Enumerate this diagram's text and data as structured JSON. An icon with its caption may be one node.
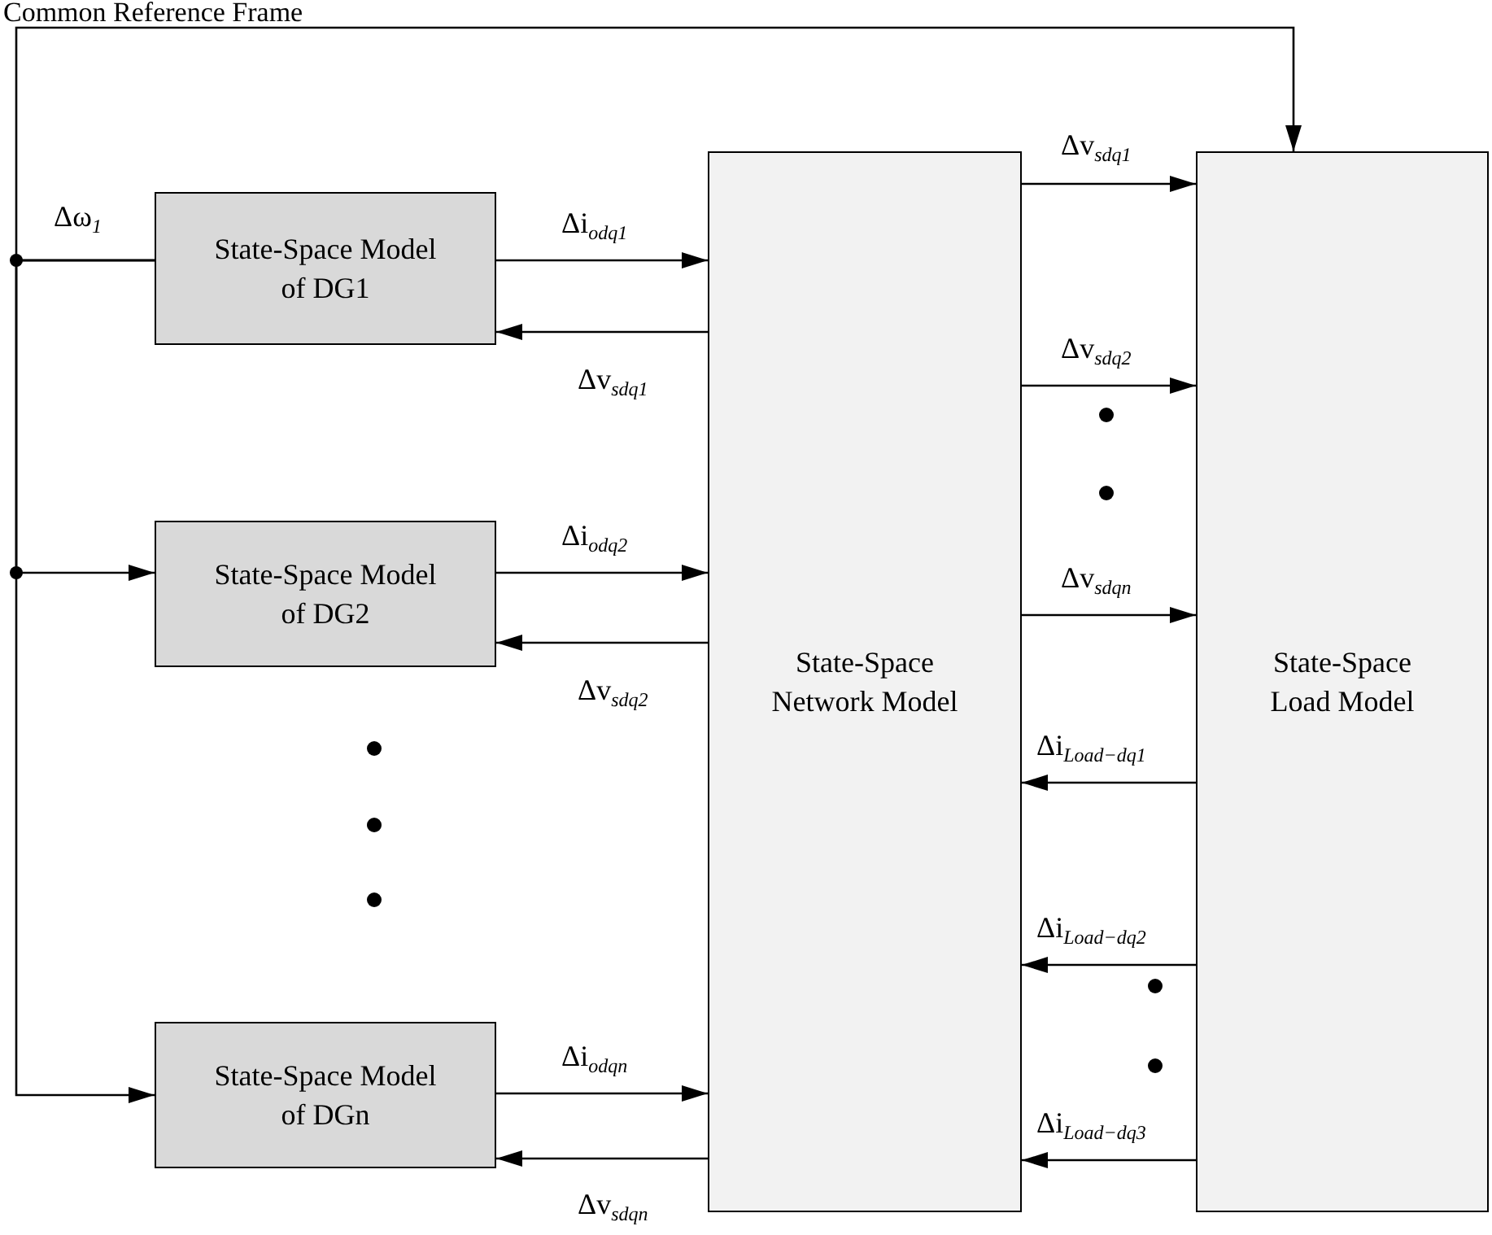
{
  "diagram": {
    "nodes": [
      {
        "text": [
          "State-Space Model of DG1"
        ]
      },
      {
        "text": [
          "State-Space Model of DG2"
        ]
      },
      {
        "text": [
          "State-Space Model of DGn"
        ]
      },
      {
        "text": [
          "State-Space Network Model"
        ]
      },
      {
        "text": [
          "State-Space Load Model"
        ]
      }
    ],
    "edges": [
      {
        "from": 0,
        "to": 4,
        "arrow": "to",
        "label": "Δω$_{1}$"
      },
      {
        "from": 0,
        "to": 1,
        "arrow": "to"
      },
      {
        "from": 0,
        "to": 2,
        "arrow": "to"
      },
      {
        "from": 0,
        "to": 3,
        "arrow": "to",
        "label": "Δi$_{odq1}$"
      },
      {
        "from": 3,
        "to": 0,
        "arrow": "to",
        "label": "Δv$_{sdq1}$"
      },
      {
        "from": 1,
        "to": 3,
        "arrow": "to",
        "label": "Δi$_{odq2}$"
      },
      {
        "from": 3,
        "to": 1,
        "arrow": "to",
        "label": "Δv$_{sdq2}$"
      },
      {
        "from": 2,
        "to": 3,
        "arrow": "to",
        "label": "Δi$_{odqn}$"
      },
      {
        "from": 3,
        "to": 2,
        "arrow": "to",
        "label": "Δv$_{sdqn}$"
      },
      {
        "from": 3,
        "to": 4,
        "arrow": "to",
        "label": "Δv$_{sdq1}$"
      },
      {
        "from": 3,
        "to": 4,
        "arrow": "to",
        "label": "Δv$_{sdq2}$"
      },
      {
        "from": 3,
        "to": 4,
        "arrow": "to",
        "label": "Δv$_{sdqn}$"
      },
      {
        "from": 4,
        "to": 3,
        "arrow": "to",
        "label": "Δi$_{Load−dq1}$"
      },
      {
        "from": 4,
        "to": 3,
        "arrow": "to",
        "label": "Δi$_{Load−dq2}$"
      },
      {
        "from": 4,
        "to": 3,
        "arrow": "to",
        "label": "Δi$_{Load−dq3}$"
      }
    ],
    "labels": [
      "Common Reference Frame"
    ]
  }
}
